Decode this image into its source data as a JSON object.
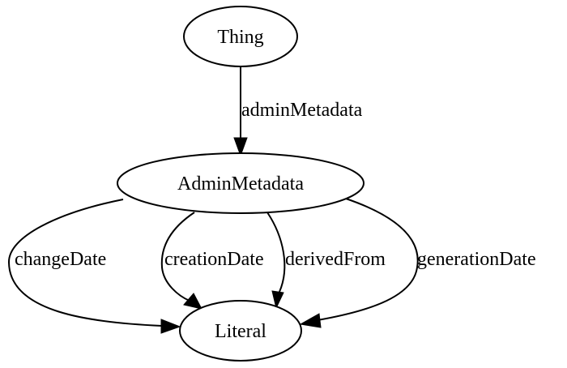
{
  "diagram": {
    "nodes": {
      "thing": "Thing",
      "admin_metadata": "AdminMetadata",
      "literal": "Literal"
    },
    "edges": {
      "admin_metadata": "adminMetadata",
      "change_date": "changeDate",
      "creation_date": "creationDate",
      "derived_from": "derivedFrom",
      "generation_date": "generationDate"
    }
  }
}
